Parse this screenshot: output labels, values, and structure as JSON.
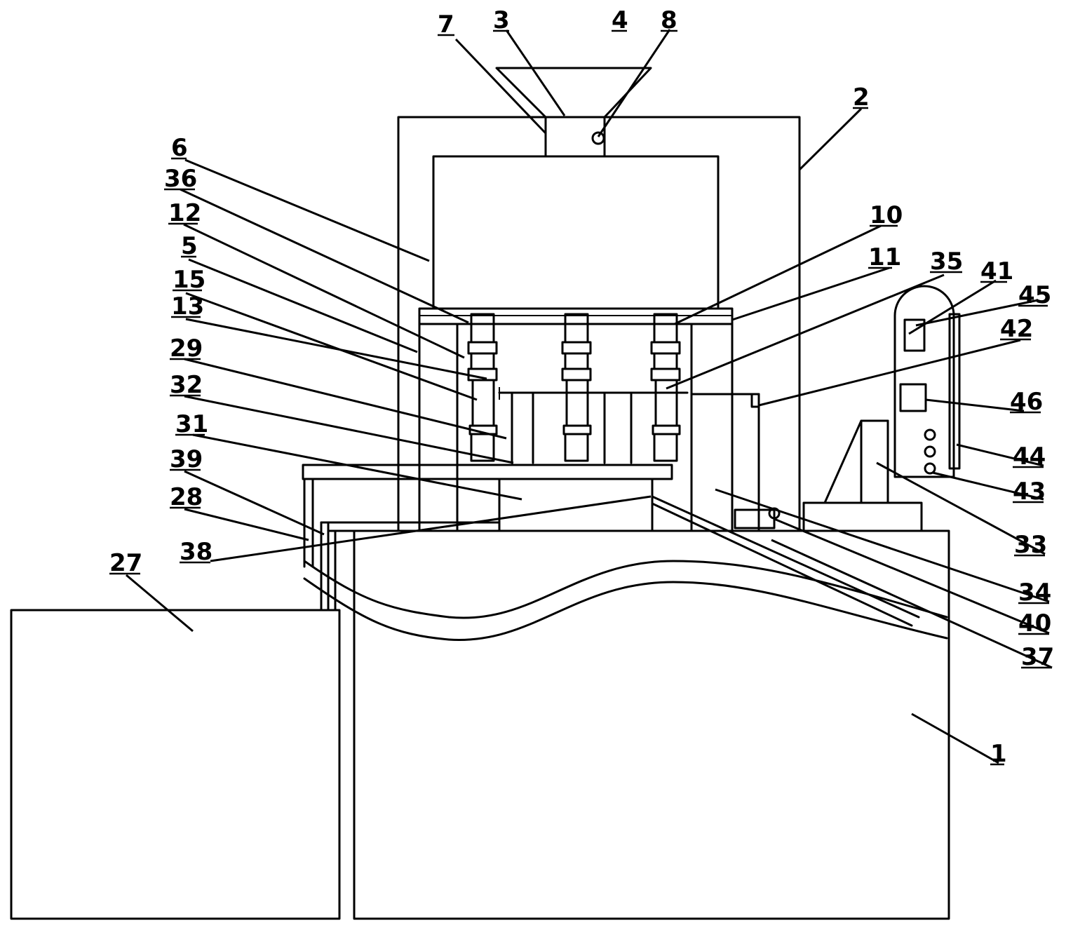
{
  "labels": [
    "1",
    "2",
    "3",
    "4",
    "5",
    "6",
    "7",
    "8",
    "10",
    "11",
    "12",
    "13",
    "15",
    "27",
    "28",
    "29",
    "31",
    "32",
    "33",
    "34",
    "35",
    "36",
    "37",
    "38",
    "39",
    "40",
    "41",
    "42",
    "43",
    "44",
    "45",
    "46"
  ]
}
